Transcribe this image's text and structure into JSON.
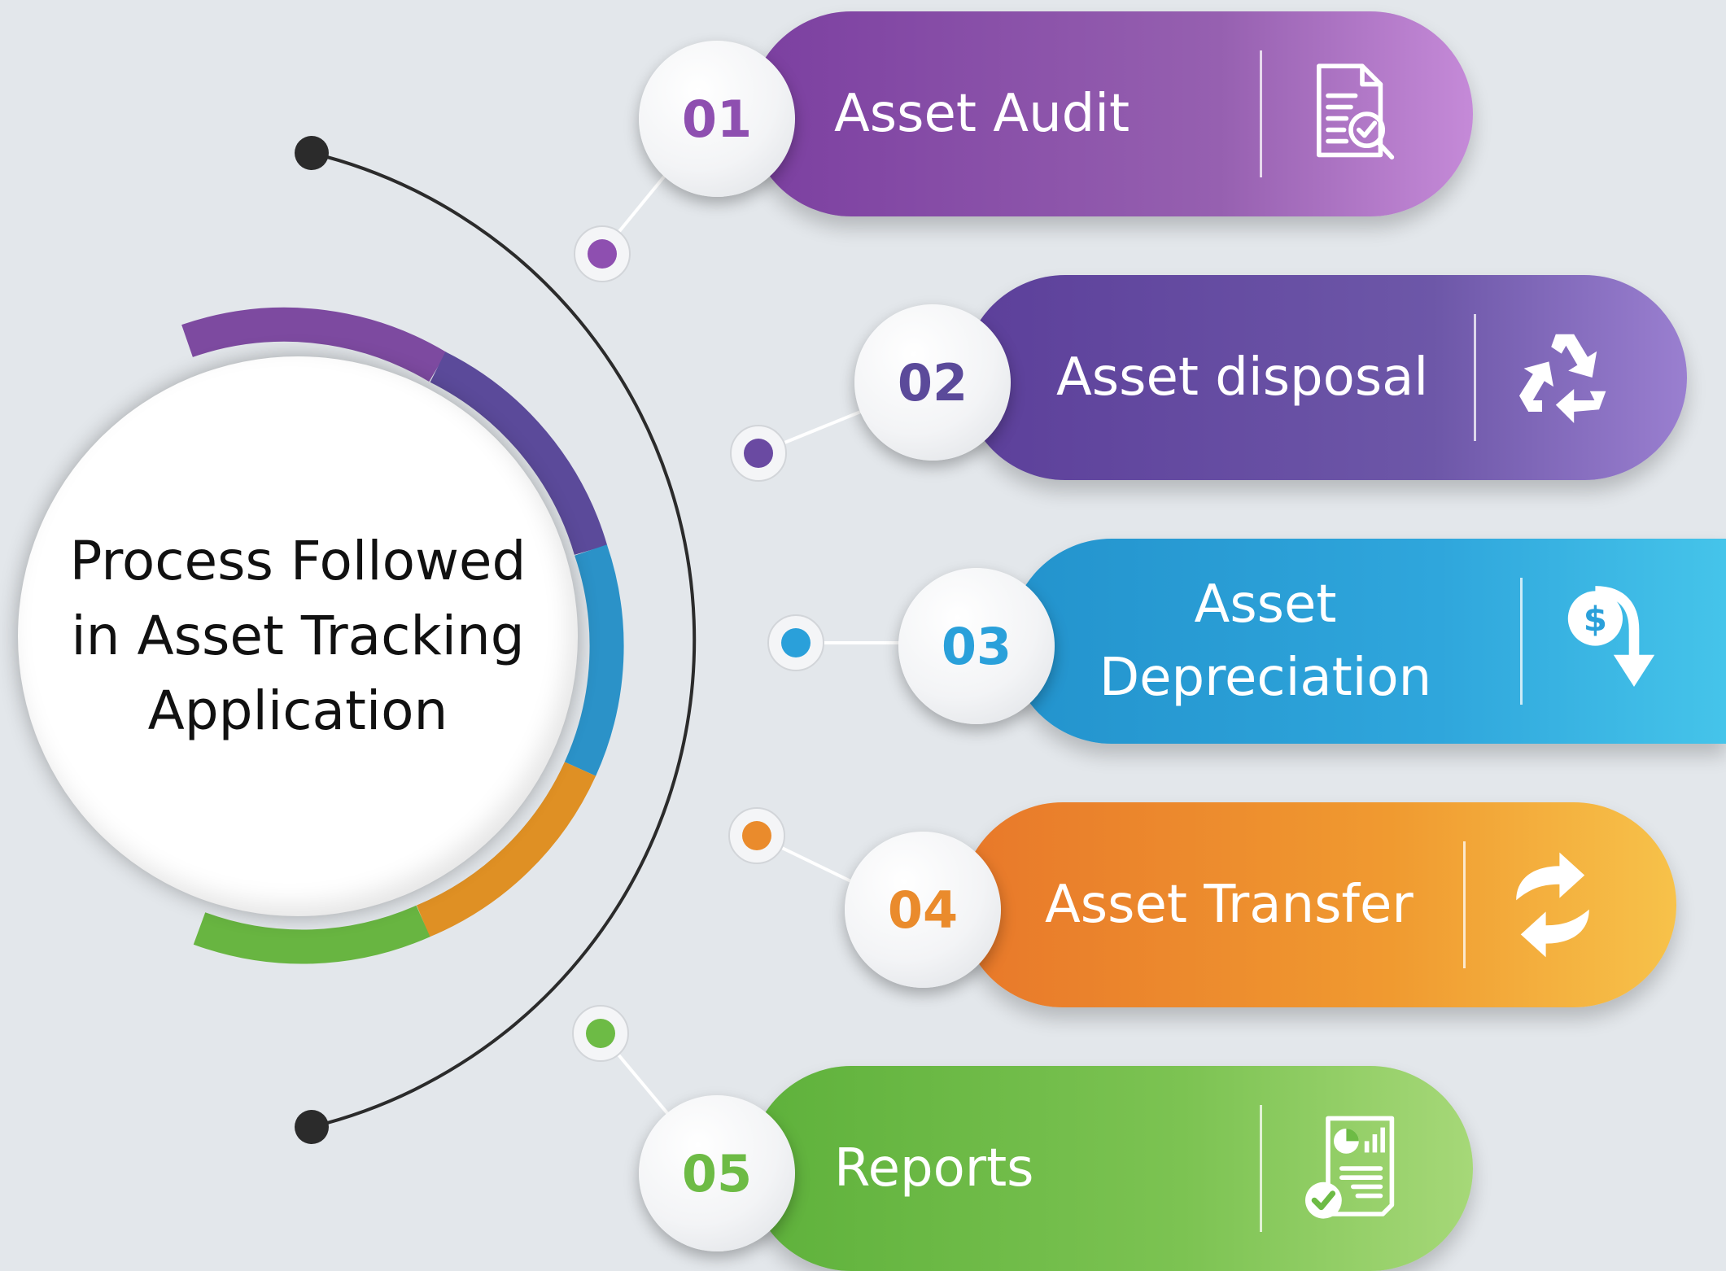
{
  "title": "Process Followed in Asset Tracking Application",
  "title_lines": [
    "Process Followed",
    "in Asset Tracking",
    "Application"
  ],
  "colors": {
    "background": "#e3e7eb",
    "line": "#2b2b2b",
    "purple": "#8e4fb0",
    "violet": "#6a4aa2",
    "blue": "#2aa0da",
    "orange": "#ea8b2c",
    "green": "#6dbb45"
  },
  "steps": [
    {
      "number": "01",
      "label": "Asset Audit",
      "icon": "audit-document-icon",
      "color": "#8e4fb0"
    },
    {
      "number": "02",
      "label": "Asset disposal",
      "icon": "recycle-icon",
      "color": "#6a4aa2"
    },
    {
      "number": "03",
      "label_lines": [
        "Asset",
        "Depreciation"
      ],
      "icon": "dollar-down-arrow-icon",
      "color": "#2aa0da"
    },
    {
      "number": "04",
      "label": "Asset Transfer",
      "icon": "transfer-arrows-icon",
      "color": "#ea8b2c"
    },
    {
      "number": "05",
      "label": "Reports",
      "icon": "report-document-icon",
      "color": "#6dbb45"
    }
  ]
}
